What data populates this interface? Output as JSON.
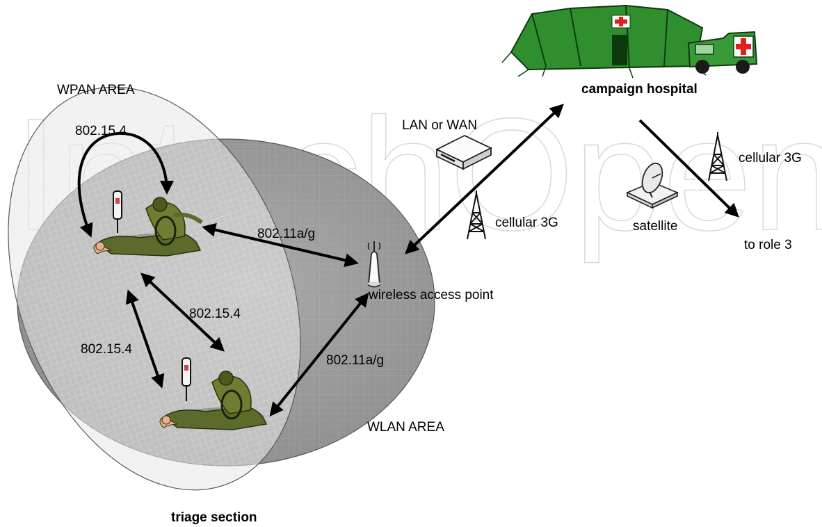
{
  "labels": {
    "wpan_area": "WPAN AREA",
    "wlan_area": "WLAN AREA",
    "triage_section": "triage section",
    "campaign_hospital": "campaign hospital",
    "lan_or_wan": "LAN or WAN",
    "cellular_3g_left": "cellular 3G",
    "cellular_3g_right": "cellular 3G",
    "satellite": "satellite",
    "to_role_3": "to role 3",
    "wireless_access_point": "wireless access point",
    "link_802_15_4_loop": "802.15.4",
    "link_802_15_4_diag": "802.15.4",
    "link_802_15_4_vert": "802.15.4",
    "link_802_11_top": "802.11a/g",
    "link_802_11_bottom": "802.11a/g"
  },
  "watermark": "IntechOpen",
  "colors": {
    "wlan_fill": "#9a9a9a",
    "wpan_fill": "#e6e6e6",
    "tent_green": "#2f8f2f",
    "camo_green": "#5b6b2c",
    "red_cross": "#e02020"
  }
}
